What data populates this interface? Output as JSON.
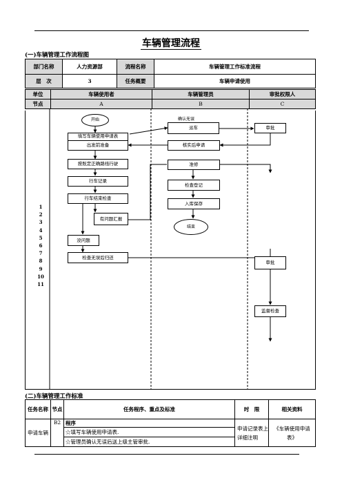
{
  "title": "车辆管理流程",
  "section1": "(一)车辆管理工作流程图",
  "header": {
    "dept_label": "部门名称",
    "dept_value": "人力资源部",
    "process_label": "流程名称",
    "process_value": "车辆管理工作标准流程",
    "level_label": "层　次",
    "level_value": "3",
    "task_label": "任务概要",
    "task_value": "车辆申请使用"
  },
  "lanes": {
    "unit_label": "单位",
    "node_label": "节点",
    "lane_a": "车辆使用者",
    "lane_b": "车辆管理员",
    "lane_c": "审批权限人",
    "a": "A",
    "b": "B",
    "c": "C"
  },
  "node_numbers": [
    "1",
    "2",
    "3",
    "4",
    "5",
    "6",
    "7",
    "8",
    "9",
    "10",
    "11"
  ],
  "flow": {
    "start": "开始",
    "apply": "填写车辆使用申请表",
    "prepare": "出发前准备",
    "drive": "按既定正确路线行驶",
    "record": "行车记录",
    "check": "行车结束检查",
    "report": "有问题汇报",
    "no_problem": "没问题",
    "return": "检查无误后归还",
    "confirm_note": "确认无误",
    "dispatch": "派车",
    "verify": "核实后申请",
    "repair": "准修",
    "inspect_register": "检查登记",
    "store": "入库保存",
    "end": "结束",
    "approve1": "审批",
    "approve2": "审批",
    "supervise": "监督检查"
  },
  "section2": "(二)车辆管理工作标准",
  "std": {
    "col_task": "任务名称",
    "col_node": "节点",
    "col_proc": "任务程序、重点及标准",
    "col_time": "时　限",
    "col_ref": "相关资料",
    "row_task": "申请车辆",
    "row_node": "B2",
    "row_proc_title": "程序",
    "row_proc_1": "☆填写车辆使用申请表.",
    "row_proc_2": "☆管理员确认无误后送上级主管审批.",
    "row_time": "申请记录表上详细注明",
    "row_ref": "《车辆使用申请表》"
  }
}
